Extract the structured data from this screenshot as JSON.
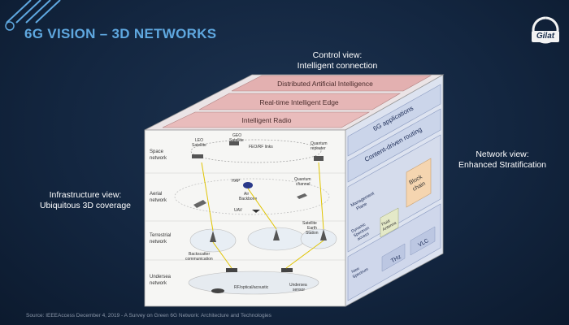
{
  "slide": {
    "title": "6G VISION – 3D NETWORKS",
    "logo_text": "Gilat",
    "control_view": {
      "line1": "Control view:",
      "line2": "Intelligent connection"
    },
    "infrastructure_view": {
      "line1": "Infrastructure view:",
      "line2": "Ubiquitous 3D coverage"
    },
    "network_view": {
      "line1": "Network view:",
      "line2": "Enhanced Stratification"
    },
    "source": "Source: IEEEAccess December 4, 2019 - A Survey on Green 6G Network: Architecture and Technologies"
  },
  "cube": {
    "top_layers": [
      "Distributed Artificial Intelligence",
      "Real-time Intelligent Edge",
      "Intelligent Radio"
    ],
    "front_rows": [
      {
        "label": "Space\nnetwork"
      },
      {
        "label": "Aerial\nnetwork"
      },
      {
        "label": "Terrestrial\nnetwork"
      },
      {
        "label": "Undersea\nnetwork"
      }
    ],
    "front_annotations": {
      "leo": "LEO\nSatellite",
      "geo": "GEO\nSatellite",
      "feo": "FEO/RF links",
      "quantum_repeater": "Quantum\nrepeater",
      "hap": "HAP",
      "air_backbone": "Air\nBackbone",
      "quantum_channel": "Quantum\nchannel",
      "uav": "UAV",
      "satellite_earth": "Satellite\nEarth\nStation",
      "backscatter": "Backscatter\ncommunication",
      "rf_optical": "RF/optical/acoustic",
      "undersea_sensor": "Undersea\nsensor"
    },
    "side": {
      "apps": "6G applications",
      "routing": "Content-driven routing",
      "mgmt": "Management\nPlane",
      "blockchain": "Block\nchain",
      "dynamic": "Dynamic\nSpectrum\naccess",
      "fluid": "Fluid\nAntenna",
      "new_spectrum": "New\nSpectrum",
      "thz": "THz",
      "vlc": "VLC"
    }
  },
  "colors": {
    "title": "#5fa8e0",
    "top_pink": "#e8b4b4",
    "side_blue": "#cfd8ec",
    "block_chain": "#f5d5b0"
  }
}
